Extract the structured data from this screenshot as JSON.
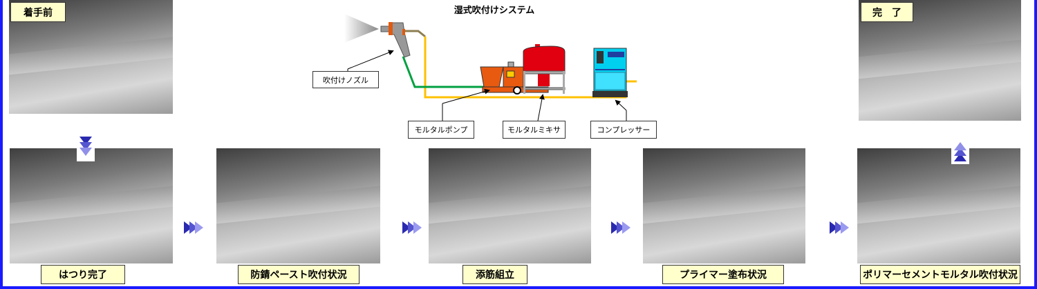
{
  "diagram": {
    "title": "湿式吹付けシステム",
    "components": [
      "吹付けノズル",
      "モルタルポンプ",
      "モルタルミキサ",
      "コンプレッサー"
    ]
  },
  "steps": [
    {
      "label": "着手前"
    },
    {
      "label": "はつり完了"
    },
    {
      "label": "防錆ペースト吹付状況"
    },
    {
      "label": "添筋組立"
    },
    {
      "label": "プライマー塗布状況"
    },
    {
      "label": "ポリマーセメントモルタル吹付状況"
    },
    {
      "label": "完　了"
    }
  ],
  "colors": {
    "border": "#1a1aff",
    "label_bg": "#ffffcc",
    "arrow": "#3333cc"
  }
}
